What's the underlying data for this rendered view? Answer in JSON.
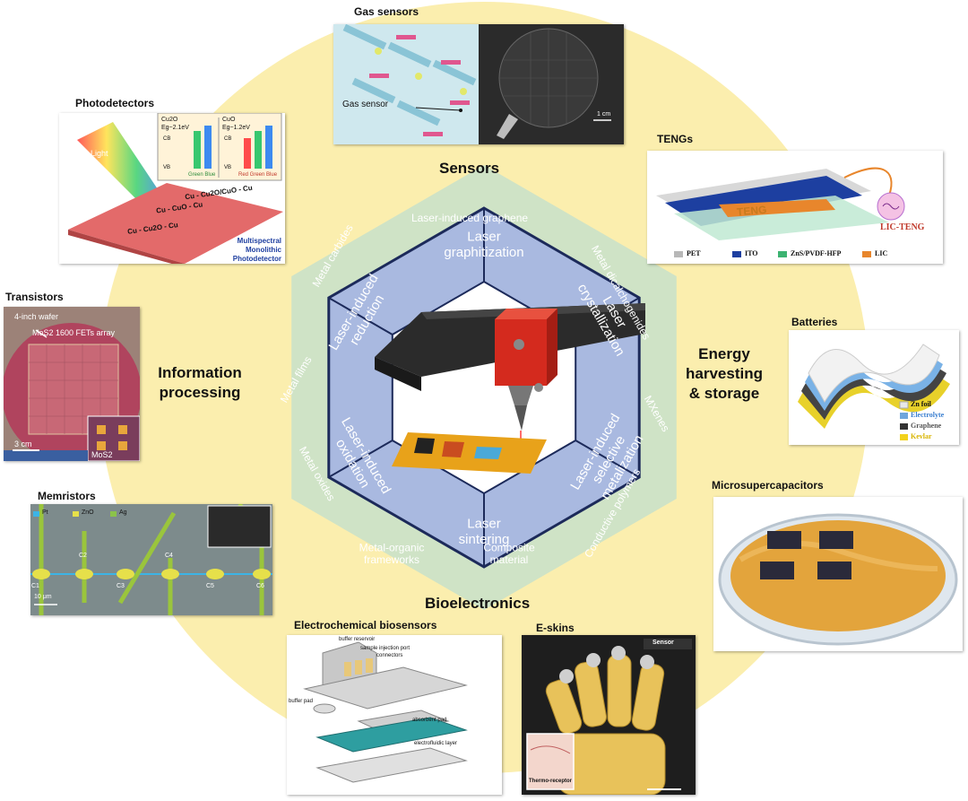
{
  "colors": {
    "halo": "#fbeeae",
    "hex_outer": "#cfe3c6",
    "hex_inner": "#a9b9e0",
    "hex_border": "#1c2a5a",
    "center_bg": "#ffffff",
    "outer_text": "#ffffff",
    "inner_text": "#ffffff"
  },
  "hexagon": {
    "outer_materials": [
      "Laser-induced graphene",
      "Metal dicalchogenides",
      "MXenes",
      "Conductive polymers",
      "Composite material",
      "Metal-organic frameworks",
      "Metal oxides",
      "Metal films",
      "Metal carbides"
    ],
    "processes": [
      "Laser graphitization",
      "Laser crystallization",
      "Laser-induced selective metalization",
      "Laser sintering",
      "Laser-induced oxidation",
      "Laser-induced reduction"
    ]
  },
  "categories": {
    "sensors": "Sensors",
    "energy": "Energy harvesting & storage",
    "bio": "Bioelectronics",
    "info": "Information processing"
  },
  "panels": {
    "gas": {
      "title": "Gas sensors",
      "callout": "Gas sensor",
      "scale": "1 cm"
    },
    "photo": {
      "title": "Photodetectors",
      "light": "Light",
      "layers": [
        "Cu - Cu2O/CuO - Cu",
        "Cu - CuO - Cu",
        "Cu - Cu2O - Cu"
      ],
      "bands_left": [
        "Cu2O",
        "Eg~2.1eV",
        "CB",
        "VB",
        "Green Blue"
      ],
      "bands_right": [
        "CuO",
        "Eg~1.2eV",
        "CB",
        "VB",
        "Red Green Blue"
      ],
      "caption": [
        "Multispectral",
        "Monolithic Photodetector"
      ]
    },
    "teng": {
      "title": "TENGs",
      "device": "TENG",
      "tag": "LIC-TENG",
      "legend": [
        "PET",
        "ITO",
        "ZnS/PVDF-HFP",
        "LIC"
      ],
      "legend_colors": [
        "#b8b8b8",
        "#1d3fa0",
        "#3cb371",
        "#e8862c"
      ]
    },
    "trans": {
      "title": "Transistors",
      "wafer": "4-inch wafer",
      "array": "MoS2 1600 FETs array",
      "scale": "3 cm",
      "inset": "MoS2"
    },
    "batt": {
      "title": "Batteries",
      "legend": [
        "Zn foil",
        "Electrolyte",
        "Graphene",
        "Kevlar"
      ],
      "legend_colors": [
        "#e8e8e8",
        "#6fa6dd",
        "#333333",
        "#f2d21b"
      ]
    },
    "mem": {
      "title": "Memristors",
      "legend": [
        "Pt",
        "ZnO",
        "Ag"
      ],
      "legend_colors": [
        "#3cb4e6",
        "#e6e04a",
        "#8bc34a"
      ],
      "cells": [
        "C1",
        "C2",
        "C3",
        "C4",
        "C5",
        "C6"
      ],
      "scale": "10 μm"
    },
    "msc": {
      "title": "Microsupercapacitors"
    },
    "ebio": {
      "title": "Electrochemical biosensors",
      "parts": [
        "buffer reservoir",
        "sample injection port",
        "connectors",
        "buffer pad",
        "absorbent pad",
        "electrofluidic layer"
      ]
    },
    "eskin": {
      "title": "E-skins",
      "sensor": "Sensor",
      "receptor": "Thermo-receptor"
    }
  }
}
